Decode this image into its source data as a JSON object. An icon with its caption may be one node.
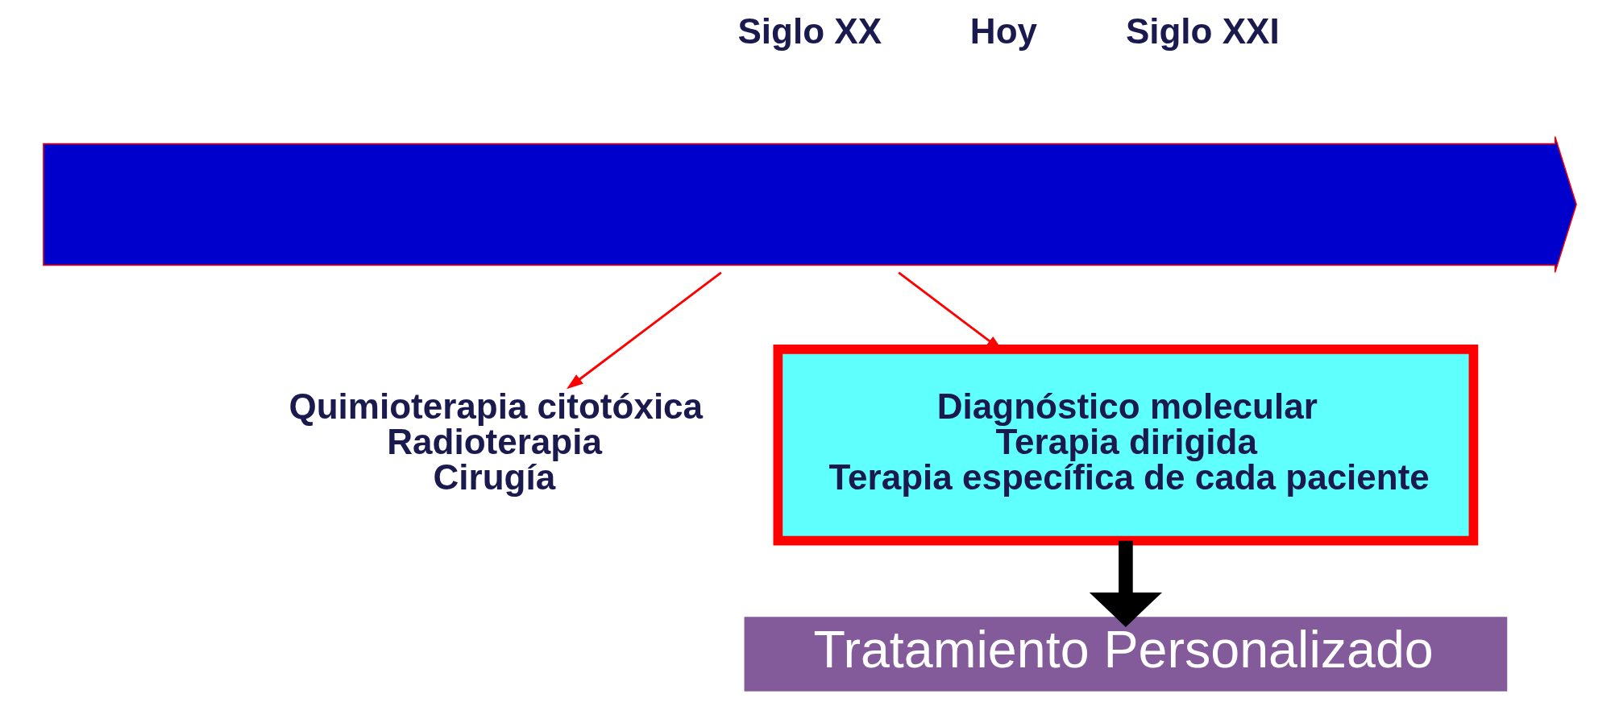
{
  "diagram": {
    "nodes": [
      {
        "text": [],
        "shape": "arrow"
      },
      {
        "text": [
          "Quimioterapia citotóxica",
          "Radioterapia",
          "Cirugía"
        ]
      },
      {
        "text": [
          "Diagnóstico molecular",
          "Terapia dirigida",
          "Terapia específica de cada paciente"
        ]
      },
      {
        "text": [
          "Tratamiento Personalizado"
        ]
      }
    ],
    "edges": [
      {
        "from": 0,
        "to": 1,
        "arrow": "to"
      },
      {
        "from": 0,
        "to": 2,
        "arrow": "to"
      },
      {
        "from": 2,
        "to": 3,
        "arrow": "to",
        "style": "thick",
        "color": "#000000"
      }
    ],
    "labels": [
      "Siglo XX",
      "Hoy",
      "Siglo XXI"
    ]
  }
}
